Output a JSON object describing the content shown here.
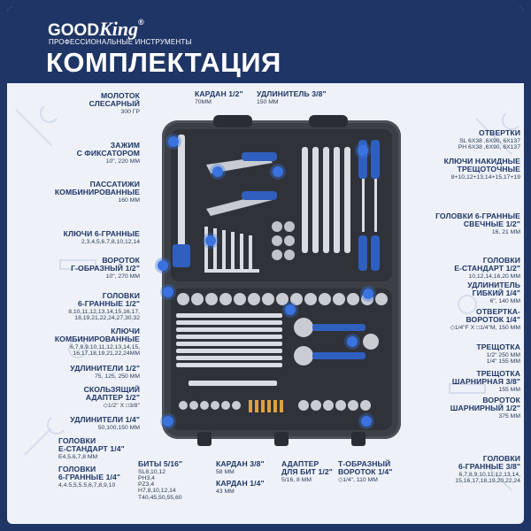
{
  "brand": {
    "name_a": "GOOD",
    "name_b": "King",
    "registered": "®",
    "tagline": "ПРОФЕССИОНАЛЬНЫЕ ИНСТРУМЕНТЫ"
  },
  "page_title": "КОМПЛЕКТАЦИЯ",
  "colors": {
    "navy": "#1f3566",
    "accent_blue": "#3a73e0",
    "case_dark": "#3b3f46"
  },
  "labels": {
    "hammer": {
      "title": "МОЛОТОК\nСЛЕСАРНЫЙ",
      "spec": "300 ГР"
    },
    "cardan_half": {
      "title": "КАРДАН 1/2\"",
      "spec": "70ММ"
    },
    "ext_38": {
      "title": "УДЛИНИТЕЛЬ 3/8\"",
      "spec": "150 ММ"
    },
    "screwdrivers": {
      "title": "ОТВЕРТКИ",
      "spec": "SL 6Х38 ,6Х90, 6Х137\nPH 6Х38 ,6Х90, 6Х137"
    },
    "locking_pliers": {
      "title": "ЗАЖИМ\nС ФИКСАТОРОМ",
      "spec": "10\", 220 ММ"
    },
    "ratchet_wrenches": {
      "title": "КЛЮЧИ НАКИДНЫЕ\nТРЕЩОТОЧНЫЕ",
      "spec": "8+10,12+13,14+15,17+19"
    },
    "pliers": {
      "title": "ПАССАТИЖИ\nКОМБИНИРОВАННЫЕ",
      "spec": "160 ММ"
    },
    "hex_keys": {
      "title": "КЛЮЧИ 6-ГРАННЫЕ",
      "spec": "2,3,4,5,6,7,8,10,12,14"
    },
    "spark_sockets": {
      "title": "ГОЛОВКИ 6-ГРАННЫЕ\nСВЕЧНЫЕ 1/2\"",
      "spec": "16, 21 ММ"
    },
    "l_bar": {
      "title": "ВОРОТОК\nГ-ОБРАЗНЫЙ 1/2\"",
      "spec": "10\", 270 ММ"
    },
    "etorx_half": {
      "title": "ГОЛОВКИ\nЕ-СТАНДАРТ 1/2\"",
      "spec": "10,12,14,16,20 ММ"
    },
    "flex_ext": {
      "title": "УДЛИНИТЕЛЬ\nГИБКИЙ 1/4\"",
      "spec": "6\", 140 ММ"
    },
    "sockets_half": {
      "title": "ГОЛОВКИ\n6-ГРАННЫЕ 1/2\"",
      "spec": "8,10,11,12,13,14,15,16,17,\n18,19,21,22,24,27,30,32"
    },
    "driver_handle": {
      "title": "ОТВЕРТКА-\nВОРОТОК 1/4\"",
      "spec": "◇1/4\"F X □1/4\"M, 150 ММ"
    },
    "combo_wrenches": {
      "title": "КЛЮЧИ\nКОМБИНИРОВАННЫЕ",
      "spec": "6,7,8,9,10,11,12,13,14,15,\n16,17,18,19,21,22,24ММ"
    },
    "ratchet": {
      "title": "ТРЕЩОТКА",
      "spec": "1/2\" 250 ММ\n1/4\" 155 ММ"
    },
    "ext_half": {
      "title": "УДЛИНИТЕЛИ 1/2\"",
      "spec": "75, 125, 250 ММ"
    },
    "hinged_ratchet": {
      "title": "ТРЕЩОТКА\nШАРНИРНАЯ 3/8\"",
      "spec": "155 ММ"
    },
    "slide_adapter": {
      "title": "СКОЛЬЗЯЩИЙ\nАДАПТЕР 1/2\"",
      "spec": "◇1/2\" X □3/8\""
    },
    "hinged_bar": {
      "title": "ВОРОТОК\nШАРНИРНЫЙ 1/2\"",
      "spec": "375 ММ"
    },
    "ext_quarter": {
      "title": "УДЛИНИТЕЛИ 1/4\"",
      "spec": "50,100,150 ММ"
    },
    "etorx_quarter": {
      "title": "ГОЛОВКИ\nЕ-СТАНДАРТ 1/4\"",
      "spec": "E4,5,6,7,8 ММ"
    },
    "sockets_quarter": {
      "title": "ГОЛОВКИ\n6-ГРАННЫЕ 1/4\"",
      "spec": "4,4.5,5,5.5,6,7,8,9,10"
    },
    "bits": {
      "title": "БИТЫ 5/16\"",
      "spec": "SL8,10,12\nPH3,4\nPZ3,4\nH7,8,10,12,14\nT40,45,50,55,60"
    },
    "cardan_38": {
      "title": "КАРДАН 3/8\"",
      "spec": "58 ММ"
    },
    "cardan_quarter": {
      "title": "КАРДАН 1/4\"",
      "spec": "43 ММ"
    },
    "bit_adapter": {
      "title": "АДАПТЕР\nДЛЯ БИТ 1/2\"",
      "spec": "5/16, 8 ММ"
    },
    "t_bar": {
      "title": "Т-ОБРАЗНЫЙ\nВОРОТОК 1/4\"",
      "spec": "◇1/4\", 110 ММ"
    },
    "sockets_38": {
      "title": "ГОЛОВКИ\n6-ГРАННЫЕ 3/8\"",
      "spec": "6,7,8,9,10,11,12,13,14,\n15,16,17,18,19,20,22,24"
    }
  }
}
